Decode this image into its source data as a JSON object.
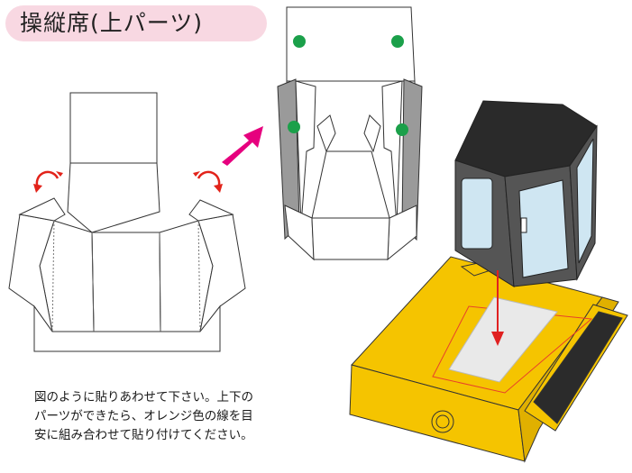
{
  "title": "操縦席(上パーツ)",
  "instructions": [
    "図のように貼りあわせて下さい。上下の",
    "パーツができたら、オレンジ色の線を目",
    "安に組み合わせて貼り付けてください。"
  ],
  "colors": {
    "title_pill": "#f8d8e2",
    "arrow_magenta": "#e6007e",
    "rotate_arrow": "#e2231a",
    "glue_dot": "#1ba04a",
    "glue_strip": "#9a9a9a",
    "cab_roof": "#2a2a2a",
    "cab_body": "#555555",
    "window": "#cfe6f2",
    "base_yellow": "#f5c400",
    "base_side": "#e0b000",
    "panel": "#e9e9e9",
    "track": "#2b2b2b",
    "guide_line": "#e8412a",
    "insert_arrow": "#e02020"
  }
}
